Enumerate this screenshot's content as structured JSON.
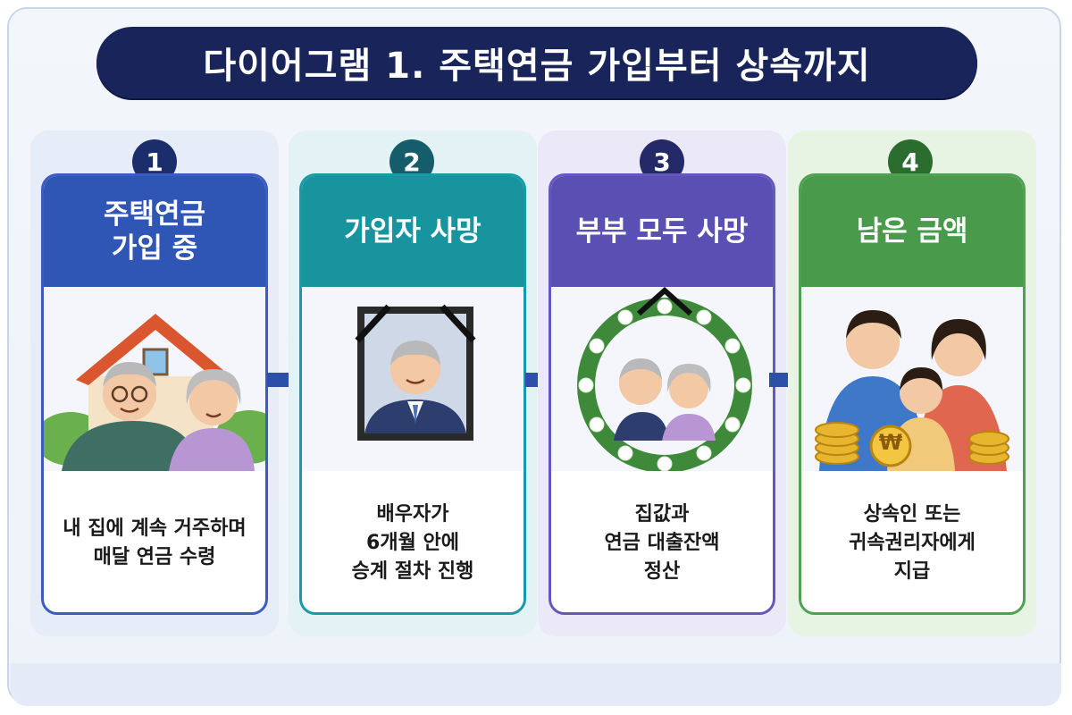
{
  "title": "다이어그램 1. 주택연금 가입부터 상속까지",
  "steps": [
    {
      "number": "1",
      "title": "주택연금\n가입 중",
      "description": "내 집에 계속 거주하며\n매달 연금 수령",
      "color": "#2f55b5",
      "num_color": "#1c2d6b",
      "bg": "#e6edf9",
      "border": "#3b5cc0"
    },
    {
      "number": "2",
      "title": "가입자 사망",
      "description": "배우자가\n6개월 안에\n승계 절차 진행",
      "color": "#18949f",
      "num_color": "#155d6b",
      "bg": "#e3f2f4",
      "border": "#199aa6"
    },
    {
      "number": "3",
      "title": "부부 모두 사망",
      "description": "집값과\n연금 대출잔액\n정산",
      "color": "#5a4fb3",
      "num_color": "#242a68",
      "bg": "#ebe9f8",
      "border": "#6657bd"
    },
    {
      "number": "4",
      "title": "남은 금액",
      "description": "상속인 또는\n귀속권리자에게\n지급",
      "color": "#4a9a4c",
      "num_color": "#2a6d2e",
      "bg": "#e7f3e3",
      "border": "#4fa251"
    }
  ],
  "illustrations": [
    "house-couple-icon",
    "memorial-portrait-icon",
    "funeral-wreath-couple-icon",
    "family-coins-icon"
  ],
  "coin_symbol": "₩",
  "arrow_color": "#2d4fa8"
}
